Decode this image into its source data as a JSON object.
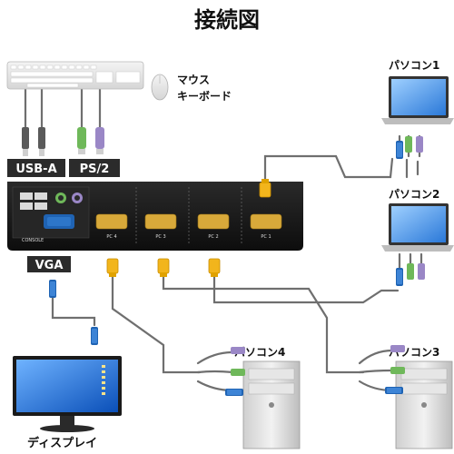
{
  "title": "接続図",
  "labels": {
    "mouse": "マウス",
    "keyboard": "キーボード",
    "usb_a": "USB-A",
    "ps2": "PS/2",
    "vga": "VGA",
    "display": "ディスプレイ",
    "console": "CONSOLE"
  },
  "pcs": [
    {
      "label": "パソコン1",
      "port": "PC 1"
    },
    {
      "label": "パソコン2",
      "port": "PC 2"
    },
    {
      "label": "パソコン3",
      "port": "PC 3"
    },
    {
      "label": "パソコン4",
      "port": "PC 4"
    }
  ],
  "colors": {
    "cable": "#6f6f6f",
    "vga_connector": "#1f63b3",
    "yellow_connector": "#f2b51c",
    "ps2_purple": "#9a87c6",
    "ps2_green": "#6fb85a",
    "label_bg": "#2b2b2b",
    "switch_body": "#1c1c1c"
  }
}
